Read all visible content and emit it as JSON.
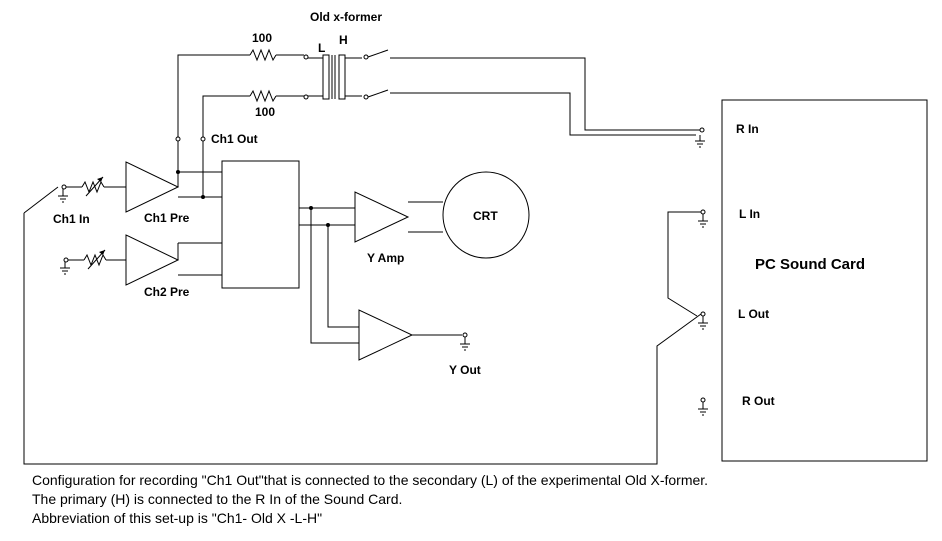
{
  "labels": {
    "xformer_title": "Old x-former",
    "xformer_L": "L",
    "xformer_H": "H",
    "res_top": "100",
    "res_bottom": "100",
    "ch1_out": "Ch1 Out",
    "ch1_in": "Ch1 In",
    "ch1_pre": "Ch1 Pre",
    "ch2_pre": "Ch2 Pre",
    "y_amp": "Y Amp",
    "crt": "CRT",
    "y_out": "Y Out",
    "r_in": "R In",
    "l_in": "L In",
    "l_out": "L Out",
    "r_out": "R Out",
    "sound_card": "PC Sound Card"
  },
  "colors": {
    "r_in": "#cc0000",
    "l_in": "#000080",
    "l_out": "#000080",
    "r_out": "#cc0000"
  },
  "caption": {
    "line1": "Configuration for recording \"Ch1 Out\"that is connected to the secondary (L)  of the experimental   Old X-former.",
    "line2": "The primary (H) is connected to the R In of the Sound Card.",
    "line3": "Abbreviation of this set-up is \"Ch1- Old X -L-H\""
  }
}
